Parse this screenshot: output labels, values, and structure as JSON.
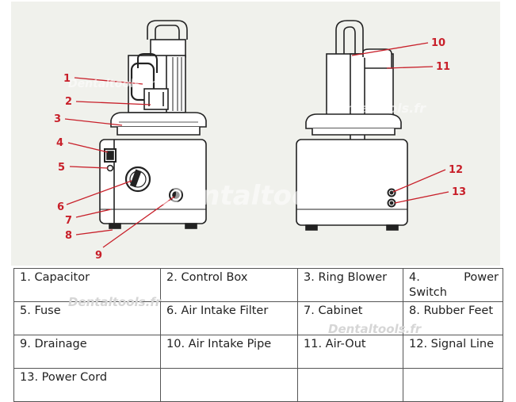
{
  "watermark": "Dentaltools.fr",
  "callouts": [
    "1",
    "2",
    "3",
    "4",
    "5",
    "6",
    "7",
    "8",
    "9",
    "10",
    "11",
    "12",
    "13"
  ],
  "legend": [
    [
      "1. Capacitor",
      "2. Control Box",
      "3. Ring Blower",
      "4. Power Switch"
    ],
    [
      "5. Fuse",
      "6. Air Intake Filter",
      "7. Cabinet",
      "8. Rubber Feet"
    ],
    [
      "9. Drainage",
      "10. Air Intake Pipe",
      "11. Air-Out",
      "12. Signal Line"
    ],
    [
      "13. Power Cord",
      "",
      "",
      ""
    ]
  ],
  "colors": {
    "callout": "#c8202a",
    "panel": "#f0f1ec",
    "line": "#222222"
  }
}
